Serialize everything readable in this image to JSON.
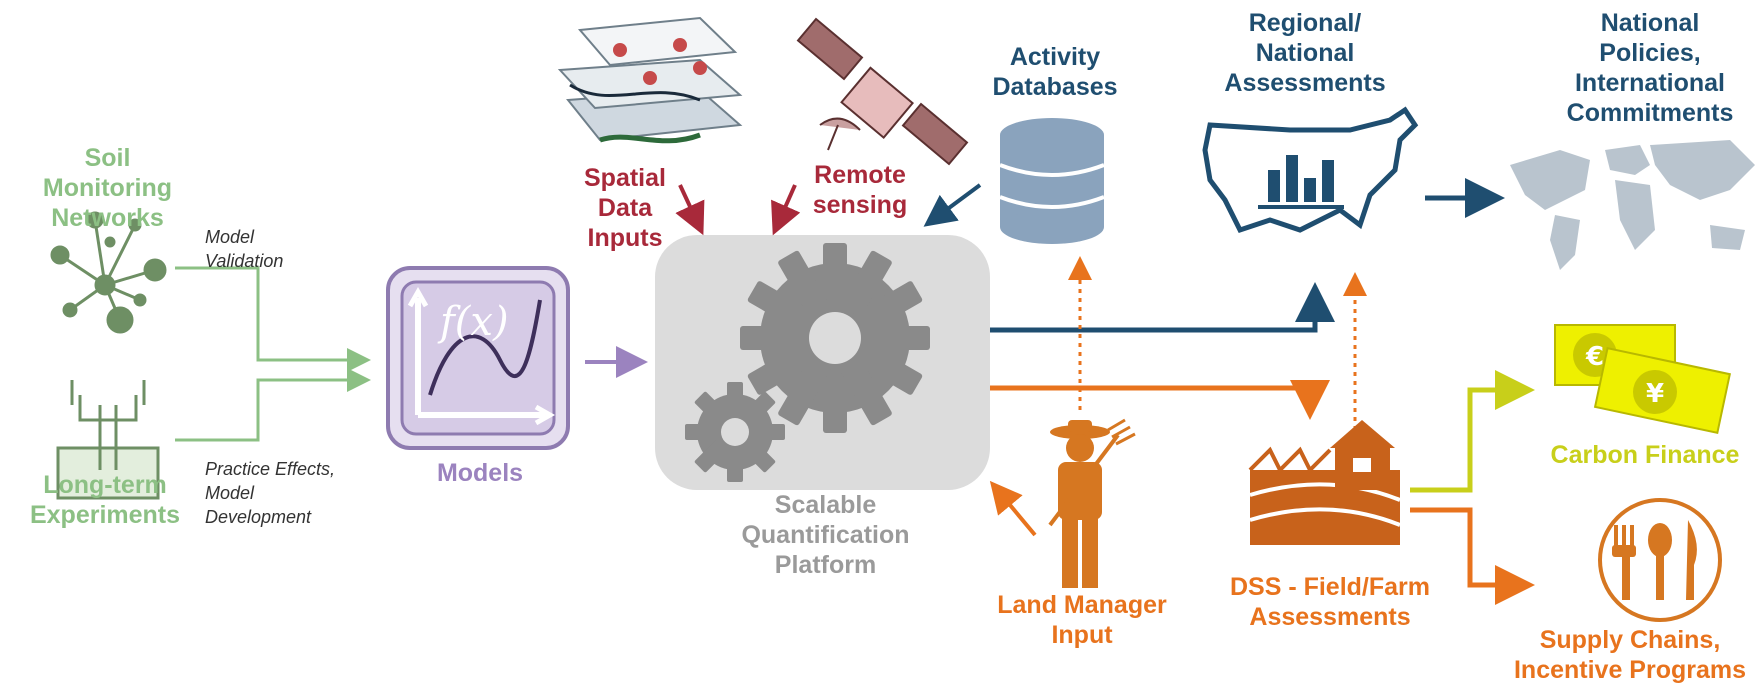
{
  "labels": {
    "soil_monitoring": "Soil Monitoring\nNetworks",
    "long_term": "Long-term\nExperiments",
    "model_validation": "Model\nValidation",
    "practice_effects": "Practice Effects,\nModel\nDevelopment",
    "models": "Models",
    "spatial_data": "Spatial\nData Inputs",
    "remote_sensing": "Remote\nsensing",
    "activity_db": "Activity\nDatabases",
    "regional": "Regional/\nNational\nAssessments",
    "national_policies": "National\nPolicies,\nInternational\nCommitments",
    "platform": "Scalable\nQuantification\nPlatform",
    "land_manager": "Land Manager\nInput",
    "dss": "DSS - Field/Farm\nAssessments",
    "carbon_finance": "Carbon Finance",
    "supply_chains": "Supply Chains,\nIncentive Programs",
    "fx": "f(x)"
  },
  "colors": {
    "green": "#8cc084",
    "purple": "#9b83bf",
    "gray": "#9a9a9a",
    "red": "#a8293a",
    "blue": "#1f4e70",
    "orange": "#e8731d",
    "yellow": "#c8cf1a"
  },
  "icons": [
    "network-icon",
    "experiment-icon",
    "function-graph-icon",
    "gears-icon",
    "map-layers-icon",
    "satellite-icon",
    "database-icon",
    "usa-chart-icon",
    "world-map-icon",
    "farmer-icon",
    "farm-icon",
    "money-icon",
    "cutlery-icon"
  ]
}
